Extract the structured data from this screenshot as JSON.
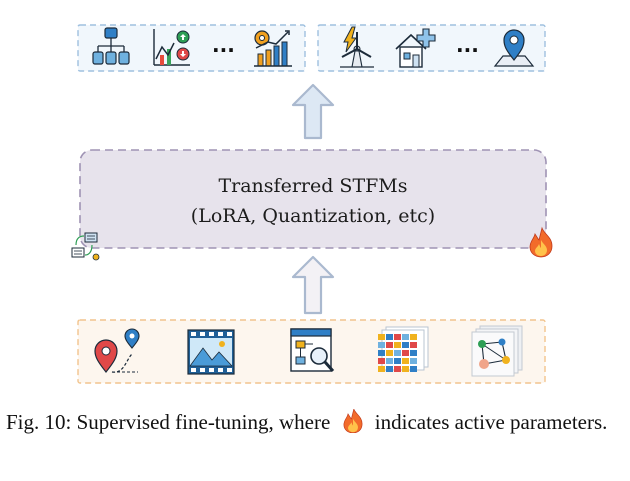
{
  "model_box": {
    "title": "Transferred STFMs",
    "subtitle": "(LoRA, Quantization, etc)"
  },
  "top_row": {
    "left_group_ellipsis": "...",
    "right_group_ellipsis": "..."
  },
  "caption": {
    "prefix": "Fig. 10: Supervised fine-tuning, where",
    "suffix": "indicates active parameters."
  },
  "colors": {
    "top_box_border": "#9fc0df",
    "top_box_fill": "#f1f7fc",
    "bottom_box_border": "#f2c48d",
    "bottom_box_fill": "#fdf6ee",
    "model_box_fill": "#e7e3ec",
    "model_box_border": "#9f93b4",
    "arrow_stroke": "#aab9cf",
    "arrow_top_fill": "#dde8f4",
    "flame": "#f26b2a"
  },
  "icons": {
    "top_left": [
      "hierarchy-people-icon",
      "stock-chart-icon",
      "growth-chart-icon"
    ],
    "top_right": [
      "wind-turbine-icon",
      "health-house-icon",
      "location-map-icon"
    ],
    "bottom": [
      "trajectory-pins-icon",
      "video-film-icon",
      "flowchart-search-icon",
      "data-grid-icon",
      "graph-network-icon"
    ],
    "adapter": "transfer-adapter-icon",
    "active": "flame-icon"
  }
}
